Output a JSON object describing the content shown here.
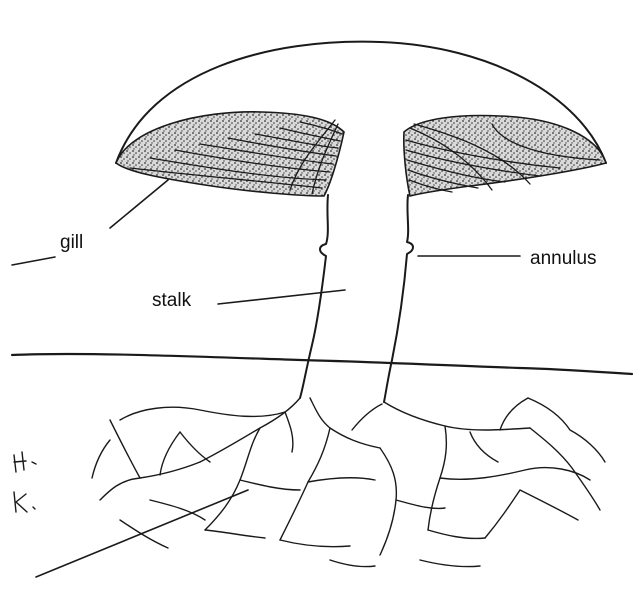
{
  "labels": {
    "gill": "gill",
    "stalk": "stalk",
    "annulus": "annulus"
  },
  "signature": "H.K.",
  "colors": {
    "ink": "#1a1a1a",
    "background": "#ffffff",
    "gill_shade": "#6e6e6e"
  }
}
